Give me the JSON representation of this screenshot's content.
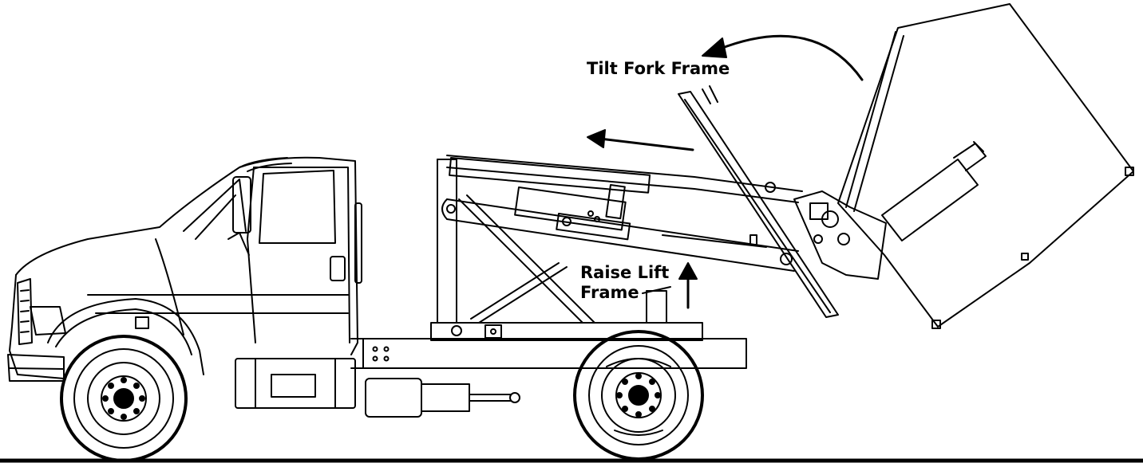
{
  "labels": {
    "tilt_fork_frame": "Tilt Fork Frame",
    "raise_lift_frame_line1": "Raise Lift",
    "raise_lift_frame_line2": "Frame"
  },
  "colors": {
    "line": "#000000",
    "background": "#ffffff"
  }
}
